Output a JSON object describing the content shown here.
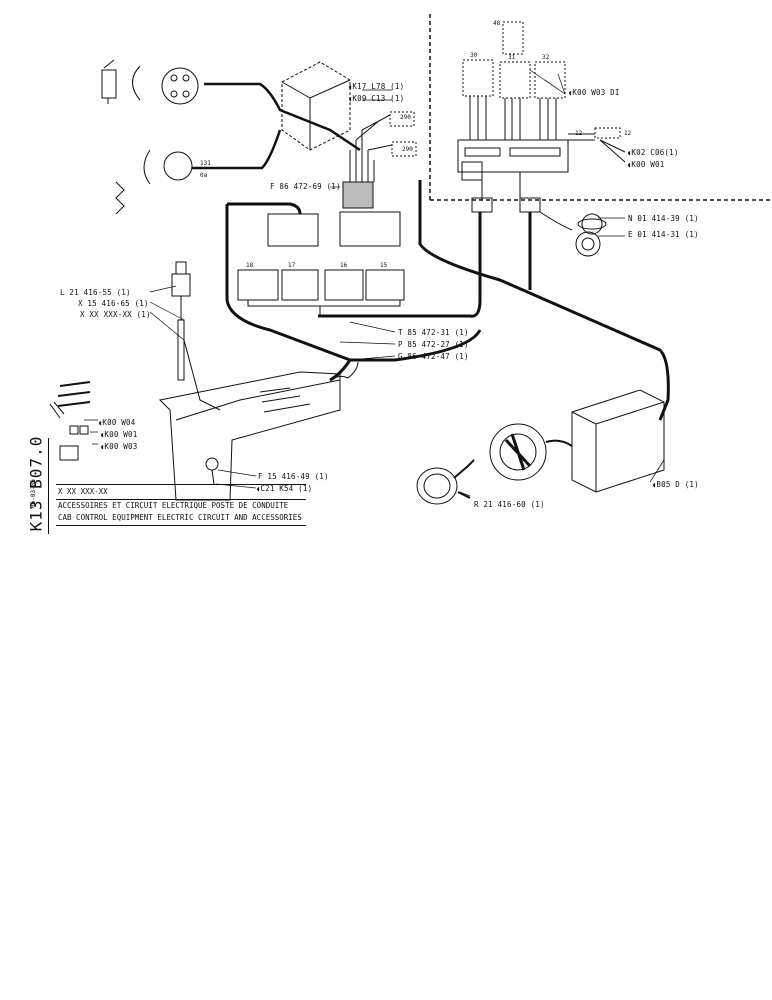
{
  "labels": {
    "k17": "K17 L78 (1)",
    "k09": "K09 C13 (1)",
    "k00_w03_di": "K00 W03 DI",
    "k02": "K02 C06(1)",
    "k00_w01_r": "K00 W01",
    "f86": "F 86 472-69 (1)",
    "n01": "N 01 414-39 (1)",
    "e01": "E 01 414-31 (1)",
    "l21": "L 21 416-55 (1)",
    "x15": "X 15 416-65 (1)",
    "xxx": "X XX XXX-XX (1)",
    "t85": "T 85 472-31 (1)",
    "p85": "P 85 472-27 (1)",
    "g86": "G 86 472-47 (1)",
    "k00_w04": "K00 W04",
    "k00_w01_l": "K00 W01",
    "k00_w03_l": "K00 W03",
    "f15": "F 15 416-49 (1)",
    "c21": "C21 K54 (1)",
    "r21": "R 21 416-60 (1)",
    "b05": "B05 D (1)"
  },
  "connectors": {
    "c18": "18",
    "c17": "17",
    "c16": "16",
    "c15": "15",
    "c30": "30",
    "c31": "31",
    "c32": "32",
    "c48": "48",
    "w290a": "290",
    "w290b": "290",
    "w131": "131",
    "w0a": "0a",
    "w12a": "12",
    "w12b": "12"
  },
  "title_block": {
    "code": "K13 B07.0",
    "date": "06-03-86",
    "part": "X XX XXX-XX",
    "title_fr": "ACCESSOIRES ET CIRCUIT ELECTRIQUE POSTE DE CONDUITE",
    "title_en": "CAB CONTROL EQUIPMENT ELECTRIC CIRCUIT AND ACCESSORIES"
  }
}
